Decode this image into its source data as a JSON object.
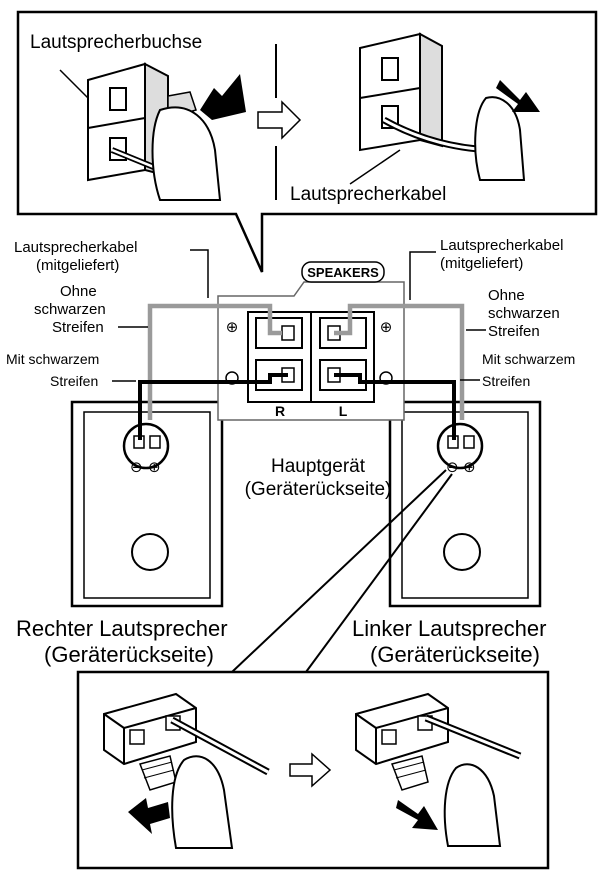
{
  "top_panel": {
    "jack_label": "Lautsprecherbuchse",
    "cable_label": "Lautsprecherkabel"
  },
  "unit": {
    "speakers_label": "SPEAKERS",
    "channel_right": "R",
    "channel_left": "L",
    "main_unit_line1": "Hauptgerät",
    "main_unit_line2": "(Geräterückseite)"
  },
  "left_side": {
    "cable_line1": "Lautsprecherkabel",
    "cable_line2": "(mitgeliefert)",
    "no_stripe_line1": "Ohne",
    "no_stripe_line2": "schwarzen",
    "no_stripe_line3": "Streifen",
    "stripe_line1": "Mit schwarzem",
    "stripe_line2": "Streifen"
  },
  "right_side": {
    "cable_line1": "Lautsprecherkabel",
    "cable_line2": "(mitgeliefert)",
    "no_stripe_line1": "Ohne",
    "no_stripe_line2": "schwarzen",
    "no_stripe_line3": "Streifen",
    "stripe_line1": "Mit schwarzem",
    "stripe_line2": "Streifen"
  },
  "speakers": {
    "right_line1": "Rechter Lautsprecher",
    "right_line2": "(Geräterückseite)",
    "left_line1": "Linker Lautsprecher",
    "left_line2": "(Geräterückseite)"
  },
  "polarity": {
    "minus": "⊖",
    "plus": "⊕"
  },
  "colors": {
    "line": "#000000",
    "gray_wire": "#9a9a9a",
    "panel_fill": "#ffffff"
  }
}
